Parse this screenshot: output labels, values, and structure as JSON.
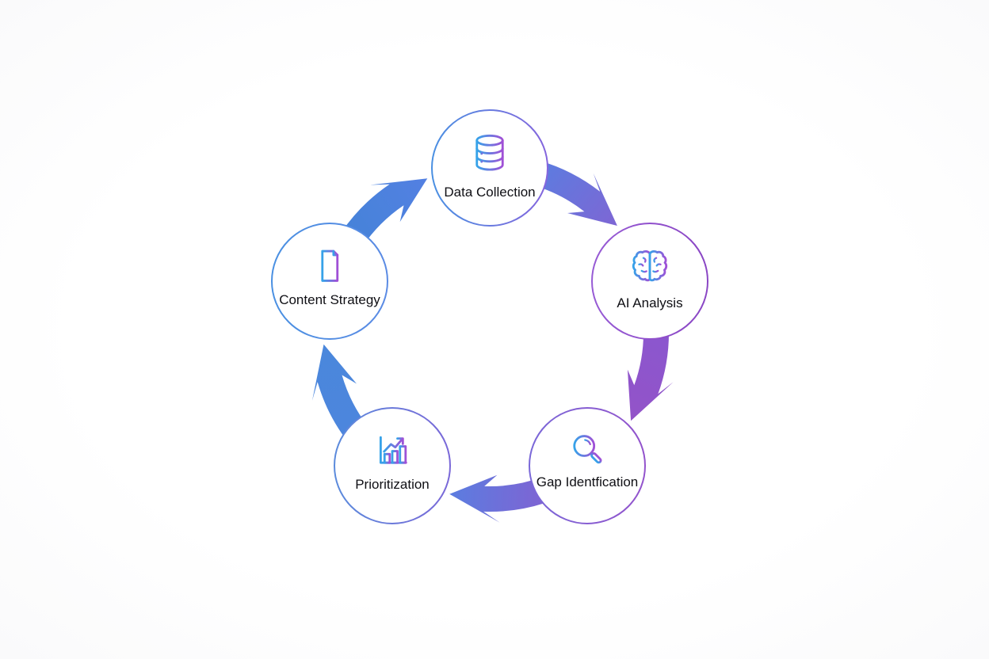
{
  "diagram": {
    "type": "circular-process-cycle",
    "flow_direction": "clockwise",
    "nodes": [
      {
        "label": "Data Collection",
        "icon": "database-icon",
        "position": "top"
      },
      {
        "label": "AI Analysis",
        "icon": "brain-icon",
        "position": "right"
      },
      {
        "label": "Gap Identfication",
        "icon": "magnifier-icon",
        "position": "bottom-right"
      },
      {
        "label": "Prioritization",
        "icon": "bar-chart-icon",
        "position": "bottom-left"
      },
      {
        "label": "Content Strategy",
        "icon": "document-icon",
        "position": "left"
      }
    ],
    "arrows": [
      {
        "from": "Data Collection",
        "to": "AI Analysis"
      },
      {
        "from": "AI Analysis",
        "to": "Gap Identfication"
      },
      {
        "from": "Gap Identfication",
        "to": "Prioritization"
      },
      {
        "from": "Prioritization",
        "to": "Content Strategy"
      },
      {
        "from": "Content Strategy",
        "to": "Data Collection"
      }
    ],
    "palette": {
      "arrow_blue": "#4a86d9",
      "arrow_indigo": "#6f72d9",
      "arrow_purple": "#9155c9",
      "icon_blue": "#35a3e9",
      "icon_purple": "#a14fd6",
      "label_text": "#0f0f14",
      "node_fill": "#ffffff",
      "background": "#fdfdfe"
    }
  }
}
